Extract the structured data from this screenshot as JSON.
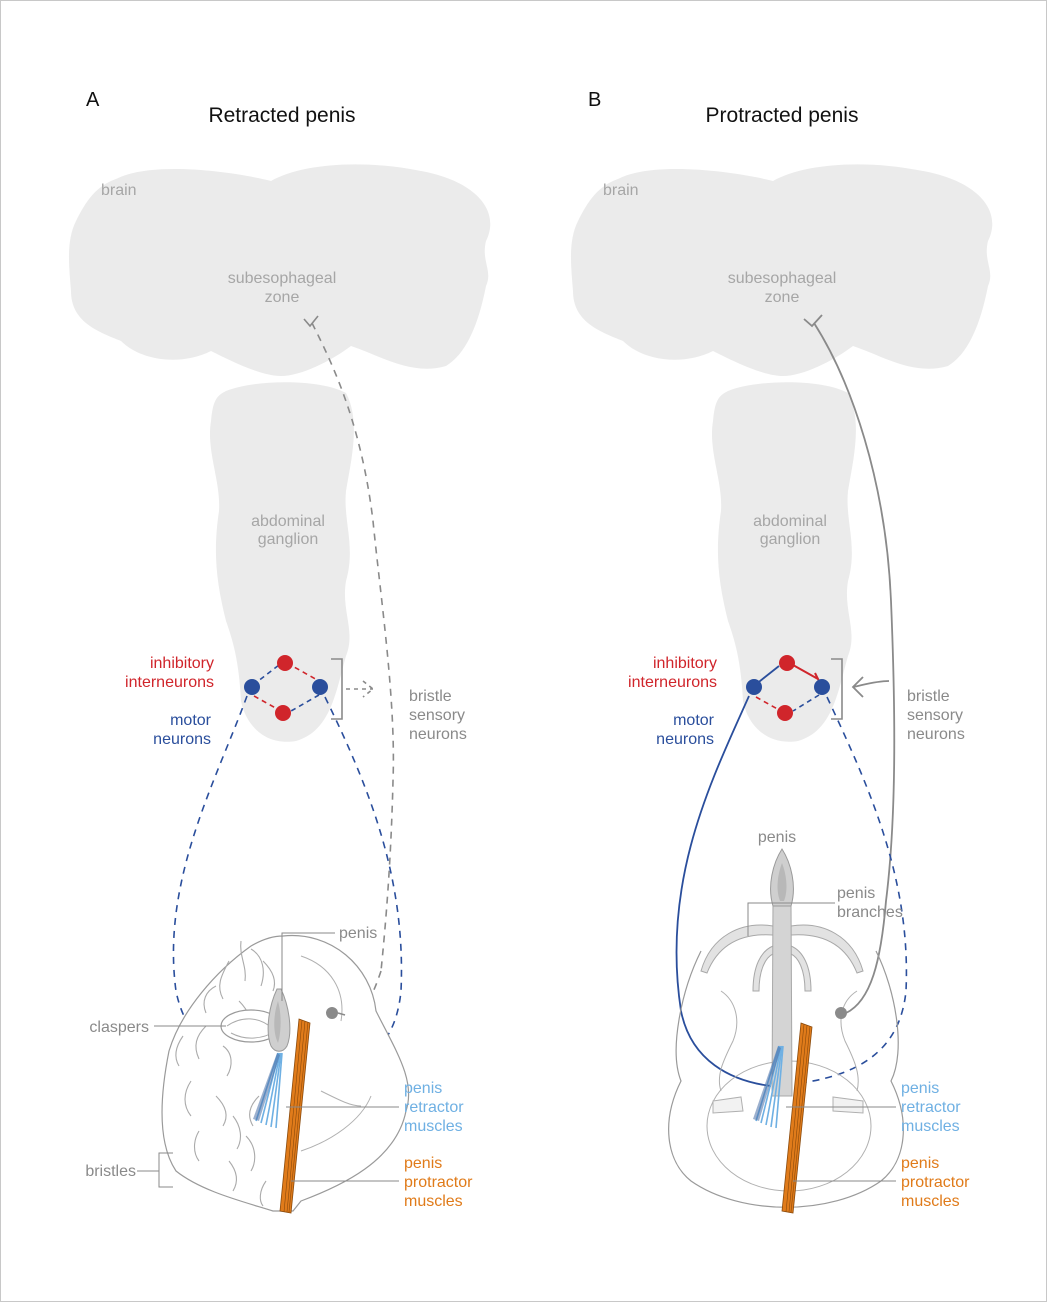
{
  "panels": [
    {
      "letter": "A",
      "title": "Retracted penis",
      "labels": {
        "brain": "brain",
        "seg_line1": "subesophageal",
        "seg_line2": "zone",
        "ag_line1": "abdominal",
        "ag_line2": "ganglion",
        "inh_line1": "inhibitory",
        "inh_line2": "interneurons",
        "mot_line1": "motor",
        "mot_line2": "neurons",
        "bsn_line1": "bristle",
        "bsn_line2": "sensory",
        "bsn_line3": "neurons",
        "penis": "penis",
        "claspers": "claspers",
        "bristles": "bristles",
        "ret_line1": "penis",
        "ret_line2": "retractor",
        "ret_line3": "muscles",
        "pro_line1": "penis",
        "pro_line2": "protractor",
        "pro_line3": "muscles"
      }
    },
    {
      "letter": "B",
      "title": "Protracted penis",
      "labels": {
        "brain": "brain",
        "seg_line1": "subesophageal",
        "seg_line2": "zone",
        "ag_line1": "abdominal",
        "ag_line2": "ganglion",
        "inh_line1": "inhibitory",
        "inh_line2": "interneurons",
        "mot_line1": "motor",
        "mot_line2": "neurons",
        "bsn_line1": "bristle",
        "bsn_line2": "sensory",
        "bsn_line3": "neurons",
        "penis": "penis",
        "branches_line1": "penis",
        "branches_line2": "branches",
        "ret_line1": "penis",
        "ret_line2": "retractor",
        "ret_line3": "muscles",
        "pro_line1": "penis",
        "pro_line2": "protractor",
        "pro_line3": "muscles"
      }
    }
  ],
  "colors": {
    "tissue": "#ebebeb",
    "inhibitory": "#d0252b",
    "motor": "#2a4e9c",
    "sensory": "#8a8a8a",
    "retractor": "#6fb0e3",
    "protractor": "#e07b1a"
  }
}
